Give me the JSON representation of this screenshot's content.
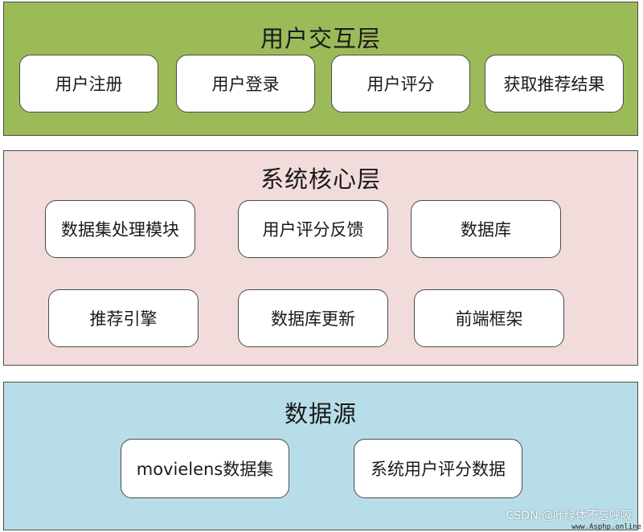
{
  "layers": {
    "ui": {
      "title": "用户交互层",
      "color": "#9bbb59",
      "items": [
        "用户注册",
        "用户登录",
        "用户评分",
        "获取推荐结果"
      ]
    },
    "core": {
      "title": "系统核心层",
      "color": "#f2dcdb",
      "items": [
        "数据集处理模块",
        "用户评分反馈",
        "数据库",
        "推荐引擎",
        "数据库更新",
        "前端框架"
      ]
    },
    "data": {
      "title": "数据源",
      "color": "#b7dde8",
      "items": [
        "movielens数据集",
        "系统用户评分数据"
      ]
    }
  },
  "watermark": {
    "text": "CSDN @叶绿体不忘呼吸",
    "site": "www.Asphp.online"
  }
}
